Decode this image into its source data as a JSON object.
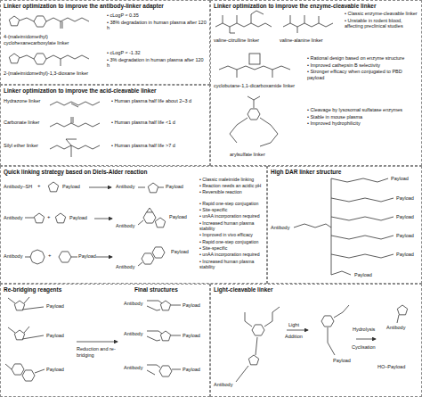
{
  "diagram": {
    "nodes": [
      {
        "text": [
          "Linker optimization to improve the antibody-linker adapter"
        ]
      },
      {
        "text": [
          "Linker optimization to improve the enzyme-cleavable linker"
        ]
      },
      {
        "text": [
          "Linker optimization to improve the acid-cleavable linker"
        ]
      },
      {
        "text": [
          "Quick linking strategy based on Diels-Alder reaction"
        ]
      },
      {
        "text": [
          "High DAR linker structure"
        ]
      },
      {
        "text": [
          "Re-bridging reagents",
          "Final structures"
        ]
      },
      {
        "text": [
          "Light-cleavable linker"
        ]
      }
    ],
    "labels": [
      "4-(maleimidomethyl) cyclohexanecarboxylate linker",
      "• cLogP ≈ 0.35",
      "• 38% degradation in human plasma after 120 h",
      "2-(maleimidomethyl)-1,3-dioxane linker",
      "• cLogP ≈ -1.32",
      "• 3% degradation in human plasma after 120 h",
      "Hydrazone linker",
      "• Human plasma half life about 2~3 d",
      "Carbonate linker",
      "• Human plasma half life <1 d",
      "Silyl ether linker",
      "• Human plasma half life >7 d",
      "valine-citrulline linker",
      "valine-alanine linker",
      "• Classic enzyme-cleavable linker",
      "• Unstable in rodent blood, affecting preclinical studies",
      "cyclobutane-1,1-dicarboxamide linker",
      "• Rational design based on enzyme structure",
      "• Improved cathepsin B selectivity",
      "• Stronger efficacy when conjugated to PBD payload",
      "arylsulfate linker",
      "• Cleavage by lysosomal sulfatase enzymes",
      "• Stable in mouse plasma",
      "• Improved hydrophilicity",
      "Antibody–SH",
      "+",
      "Payload",
      "Antibody",
      "Payload",
      "• Classic maleimide linking",
      "• Reaction needs an acidic pH",
      "• Reversible reaction",
      "Antibody",
      "+",
      "Payload",
      "Antibody",
      "Payload",
      "• Rapid one-step conjugation",
      "• Site-specific",
      "• unAA incorporation required",
      "• Increased human plasma stability",
      "• Improved in vivo efficacy",
      "Antibody",
      "+",
      "Payload",
      "Antibody",
      "Payload",
      "• Rapid one-step conjugation",
      "• Site-specific",
      "• unAA incorporation required",
      "• Increased human plasma stability",
      "Antibody",
      "Payload",
      "Payload",
      "Payload",
      "Payload",
      "Payload",
      "Payload",
      "Payload",
      "Payload",
      "Payload",
      "Reduction and re-bridging",
      "Antibody",
      "Payload",
      "Antibody",
      "Payload",
      "Antibody",
      "Payload",
      "Antibody",
      "Light",
      "Addition",
      "Payload",
      "Hydrolysis",
      "Cyclisation",
      "Antibody",
      "HO–Payload"
    ]
  }
}
